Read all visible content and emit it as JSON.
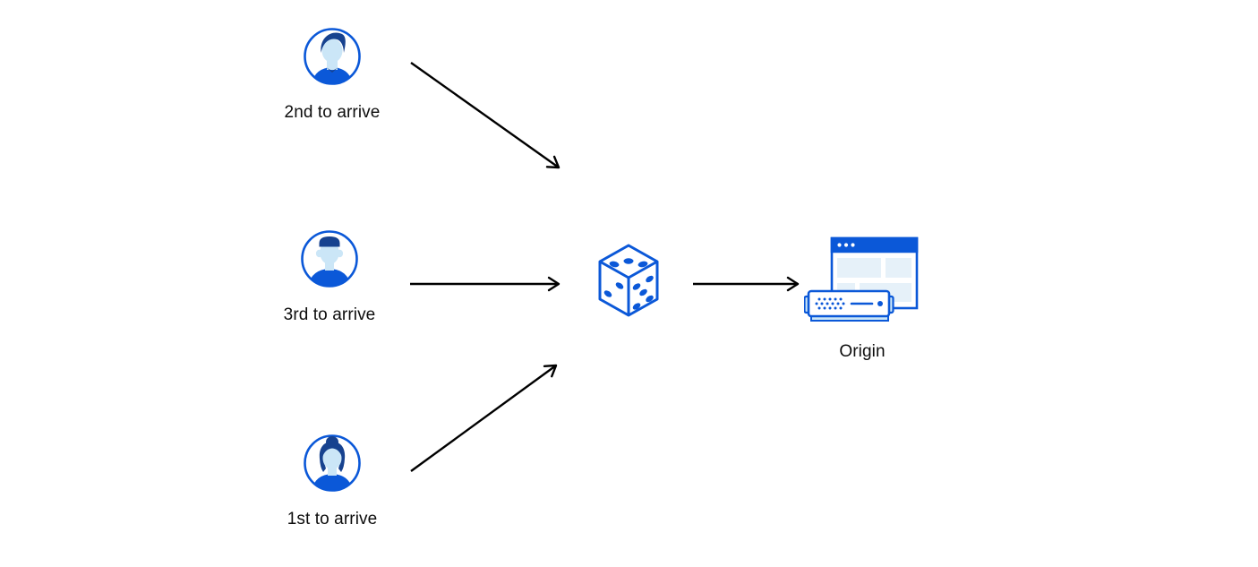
{
  "diagram": {
    "name": "random-origin-steering-diagram",
    "background": "#ffffff",
    "visitors": [
      {
        "id": "visitor-2nd",
        "label": "2nd to arrive",
        "icon": "avatar-man-swoosh-hair-icon"
      },
      {
        "id": "visitor-3rd",
        "label": "3rd to arrive",
        "icon": "avatar-man-flat-hair-icon"
      },
      {
        "id": "visitor-1st",
        "label": "1st to arrive",
        "icon": "avatar-woman-bun-icon"
      }
    ],
    "selector": {
      "id": "random-selector",
      "icon": "dice-icon"
    },
    "origin": {
      "id": "origin",
      "label": "Origin",
      "icon": "origin-server-browser-icon"
    },
    "connections": [
      {
        "from": "2nd to arrive",
        "to": "random-selector"
      },
      {
        "from": "3rd to arrive",
        "to": "random-selector"
      },
      {
        "from": "1st to arrive",
        "to": "random-selector"
      },
      {
        "from": "random-selector",
        "to": "Origin"
      }
    ],
    "colors": {
      "arrow": "#000000",
      "blue_primary": "#0b58d8",
      "blue_navy": "#17428f",
      "blue_light_fill": "#cbe6f7",
      "blue_block_fill": "#e6f1f9",
      "text": "#0d0d0d"
    }
  }
}
